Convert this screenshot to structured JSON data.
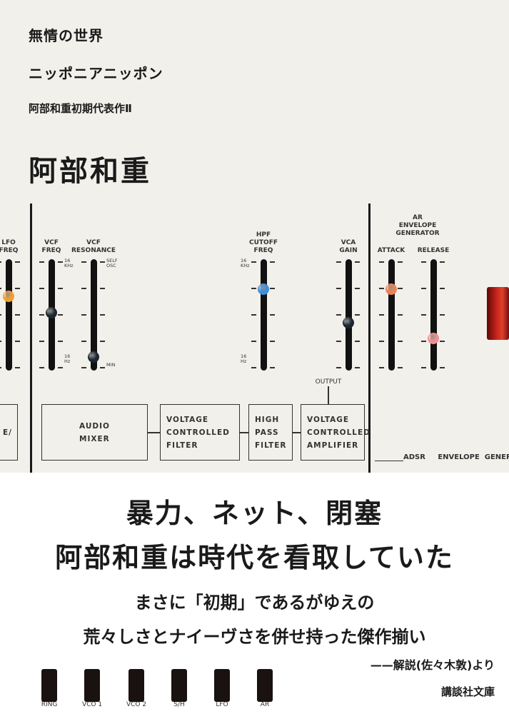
{
  "cover": {
    "series_title_1": "無情の世界",
    "series_title_2": "ニッポニアニッポン",
    "subtitle": "阿部和重初期代表作Ⅱ",
    "author": "阿部和重",
    "headline_1": "暴力、ネット、閉塞",
    "headline_2": "阿部和重は時代を看取していた",
    "blurb_1": "まさに「初期」であるがゆえの",
    "blurb_2": "荒々しさとナイーヴさを併せ持った傑作揃い",
    "attribution": "——解説(佐々木敦)より",
    "publisher": "講談社文庫"
  },
  "panel": {
    "sliders": [
      {
        "label": "LFO\nFREQ",
        "knob_color": "#f0a030",
        "level": 0.67
      },
      {
        "label": "VCF\nFREQ",
        "knob_color": "#1c2630",
        "level": 0.52,
        "top_mark": "16\nKHz",
        "bottom_mark": "16\nHz"
      },
      {
        "label": "VCF\nRESONANCE",
        "knob_color": "#1c2630",
        "level": 0.11,
        "top_mark": "SELF\nOSC",
        "bottom_mark": "MIN"
      },
      {
        "label": "HPF\nCUTOFF\nFREQ",
        "knob_color": "#3a8fe0",
        "level": 0.74,
        "top_mark": "16\nKHz",
        "bottom_mark": "16\nHz"
      },
      {
        "label": "VCA\nGAIN",
        "knob_color": "#1c2630",
        "level": 0.43
      },
      {
        "label": "ATTACK",
        "knob_color": "#f08050",
        "level": 0.74
      },
      {
        "label": "RELEASE",
        "knob_color": "#f09090",
        "level": 0.28
      }
    ],
    "ar_title": "AR\nENVELOPE\nGENERATOR",
    "boxes": [
      "E/",
      "AUDIO\nMIXER",
      "VOLTAGE\nCONTROLLED\nFILTER",
      "HIGH\nPASS\nFILTER",
      "VOLTAGE\nCONTROLLED\nAMPLIFIER"
    ],
    "output_label": "OUTPUT",
    "adsr_label": "ADSR     ENVELOPE  GENERATOR",
    "switches": [
      "RING",
      "VCO 1",
      "VCO 2",
      "S/H",
      "LFO",
      "AR"
    ],
    "switch_color": "#c0201a"
  }
}
